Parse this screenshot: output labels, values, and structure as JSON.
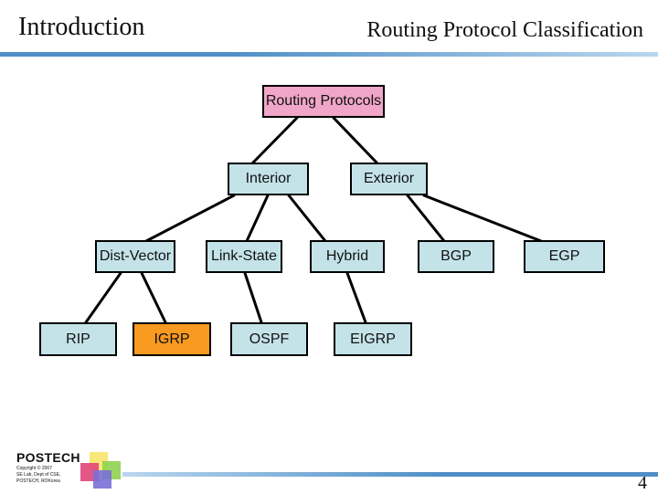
{
  "header": {
    "section_title": "Introduction",
    "slide_title": "Routing Protocol Classification"
  },
  "diagram": {
    "root": "Routing Protocols",
    "interior": "Interior",
    "exterior": "Exterior",
    "dist_vector": "Dist-Vector",
    "link_state": "Link-State",
    "hybrid": "Hybrid",
    "bgp": "BGP",
    "egp": "EGP",
    "rip": "RIP",
    "igrp": "IGRP",
    "ospf": "OSPF",
    "eigrp": "EIGRP",
    "colors": {
      "root_fill": "#f0a6c8",
      "node_fill": "#c4e3e9",
      "highlight_fill": "#f89920"
    }
  },
  "footer": {
    "logo_text": "POSTECH",
    "copyright_line1": "Copyright © 2007",
    "copyright_line2": "SE Lab, Dept of CSE,",
    "copyright_line3": "POSTECH, ROKorea",
    "page_number": "4"
  }
}
